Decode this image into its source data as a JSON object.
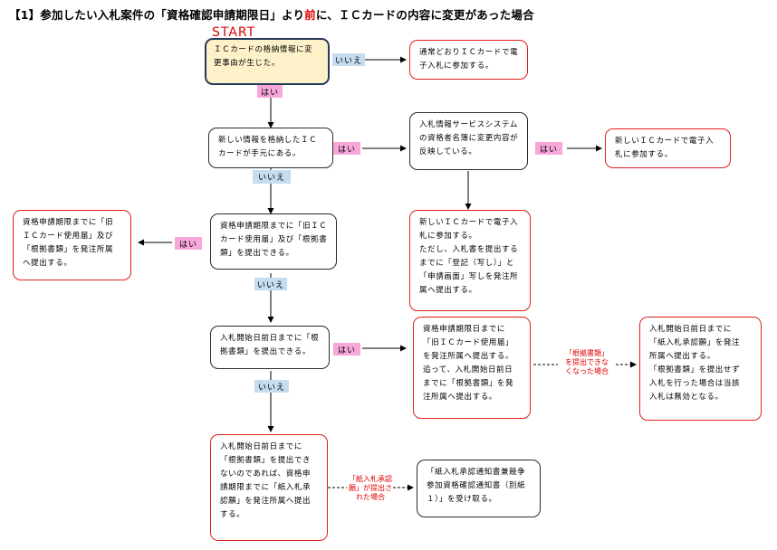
{
  "title": {
    "prefix": "【1】参加したい入札案件の「資格確認申請期限日」より",
    "highlight": "前",
    "suffix": "に、ＩＣカードの内容に変更があった場合"
  },
  "start_label": "START",
  "labels": {
    "yes": "はい",
    "no": "いいえ"
  },
  "boxes": {
    "b1": [
      "ＩＣカードの格納情報に変",
      "更事由が生じた。"
    ],
    "b2": [
      "通常どおりＩＣカードで電",
      "子入札に参加する。"
    ],
    "b3": [
      "新しい情報を格納したＩＣ",
      "カードが手元にある。"
    ],
    "b4": [
      "入札情報サービスシステム",
      "の資格者名簿に変更内容が",
      "反映している。"
    ],
    "b5": [
      "新しいＩＣカードで電子入",
      "札に参加する。"
    ],
    "b6": [
      "資格申請期限までに「旧",
      "ＩＣカード使用届」及び",
      "「根拠書類」を発注所属",
      "へ提出する。"
    ],
    "b7": [
      "資格申請期限までに「旧ＩＣ",
      "カード使用届」及び「根拠書",
      "類」を提出できる。"
    ],
    "b8": [
      "新しいＩＣカードで電子入",
      "札に参加する。",
      "ただし、入札書を提出する",
      "までに「登記（写し）」と",
      "「申請画面」写しを発注所",
      "属へ提出する。"
    ],
    "b9": [
      "入札開始日前日までに「根",
      "拠書類」を提出できる。"
    ],
    "b10": [
      "資格申請期限日までに",
      "「旧ＩＣカード使用届」",
      "を発注所属へ提出する。",
      "追って、入札開始日前日",
      "までに「根拠書類」を発",
      "注所属へ提出する。"
    ],
    "b11": [
      "入札開始日前日までに",
      "「紙入札承認願」を発注",
      "所属へ提出する。",
      "「根拠書類」を提出せず",
      "入札を行った場合は当該",
      "入札は無効となる。"
    ],
    "b12": [
      "入札開始日前日までに",
      "「根拠書類」を提出でき",
      "ないのであれば、資格申",
      "請期限までに「紙入札承",
      "認願」を発注所属へ提出",
      "する。"
    ],
    "b13": [
      "「紙入札承認通知書兼競争",
      "参加資格確認通知書（別紙",
      "１）」を受け取る。"
    ]
  },
  "notes": {
    "n1": [
      "「根拠書類」",
      "を提出できな",
      "くなった場合"
    ],
    "n2": [
      "「紙入札承認",
      "願」が提出さ",
      "れた場合"
    ]
  }
}
